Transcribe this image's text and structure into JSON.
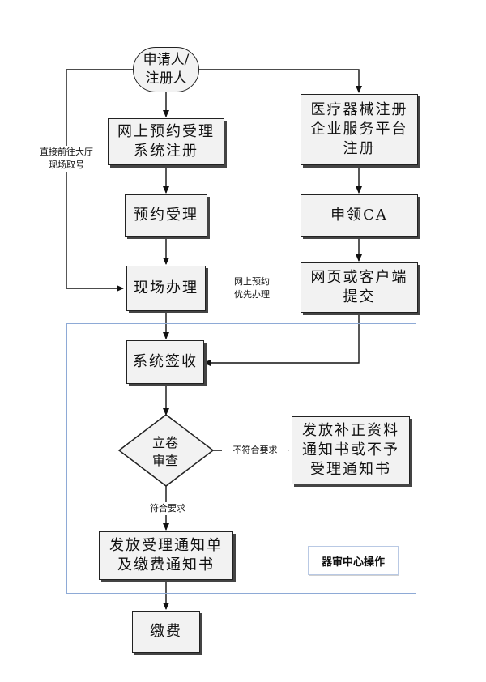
{
  "nodes": {
    "applicant": "申请人/\n注册人",
    "online_booking_register": "网上预约受理\n系统注册",
    "booking_acceptance": "预约受理",
    "onsite_handling": "现场办理",
    "device_platform_register": "医疗器械注册\n企业服务平台\n注册",
    "apply_ca": "申领CA",
    "web_client_submit": "网页或客户端\n提交",
    "system_receipt": "系统签收",
    "filing_review": "立卷\n审查",
    "issue_supplement_notice": "发放补正资料\n通知书或不予\n受理通知书",
    "issue_acceptance_notice": "发放受理通知单\n及缴费通知书",
    "payment": "缴费"
  },
  "edge_labels": {
    "direct_onsite": "直接前往大厅\n现场取号",
    "online_priority": "网上预约\n优先办理",
    "not_compliant": "不符合要求",
    "compliant": "符合要求"
  },
  "region_label": "器审中心操作",
  "colors": {
    "box_fill": "#f2f2f2",
    "line": "#111111",
    "region_border": "#8eaad6"
  }
}
